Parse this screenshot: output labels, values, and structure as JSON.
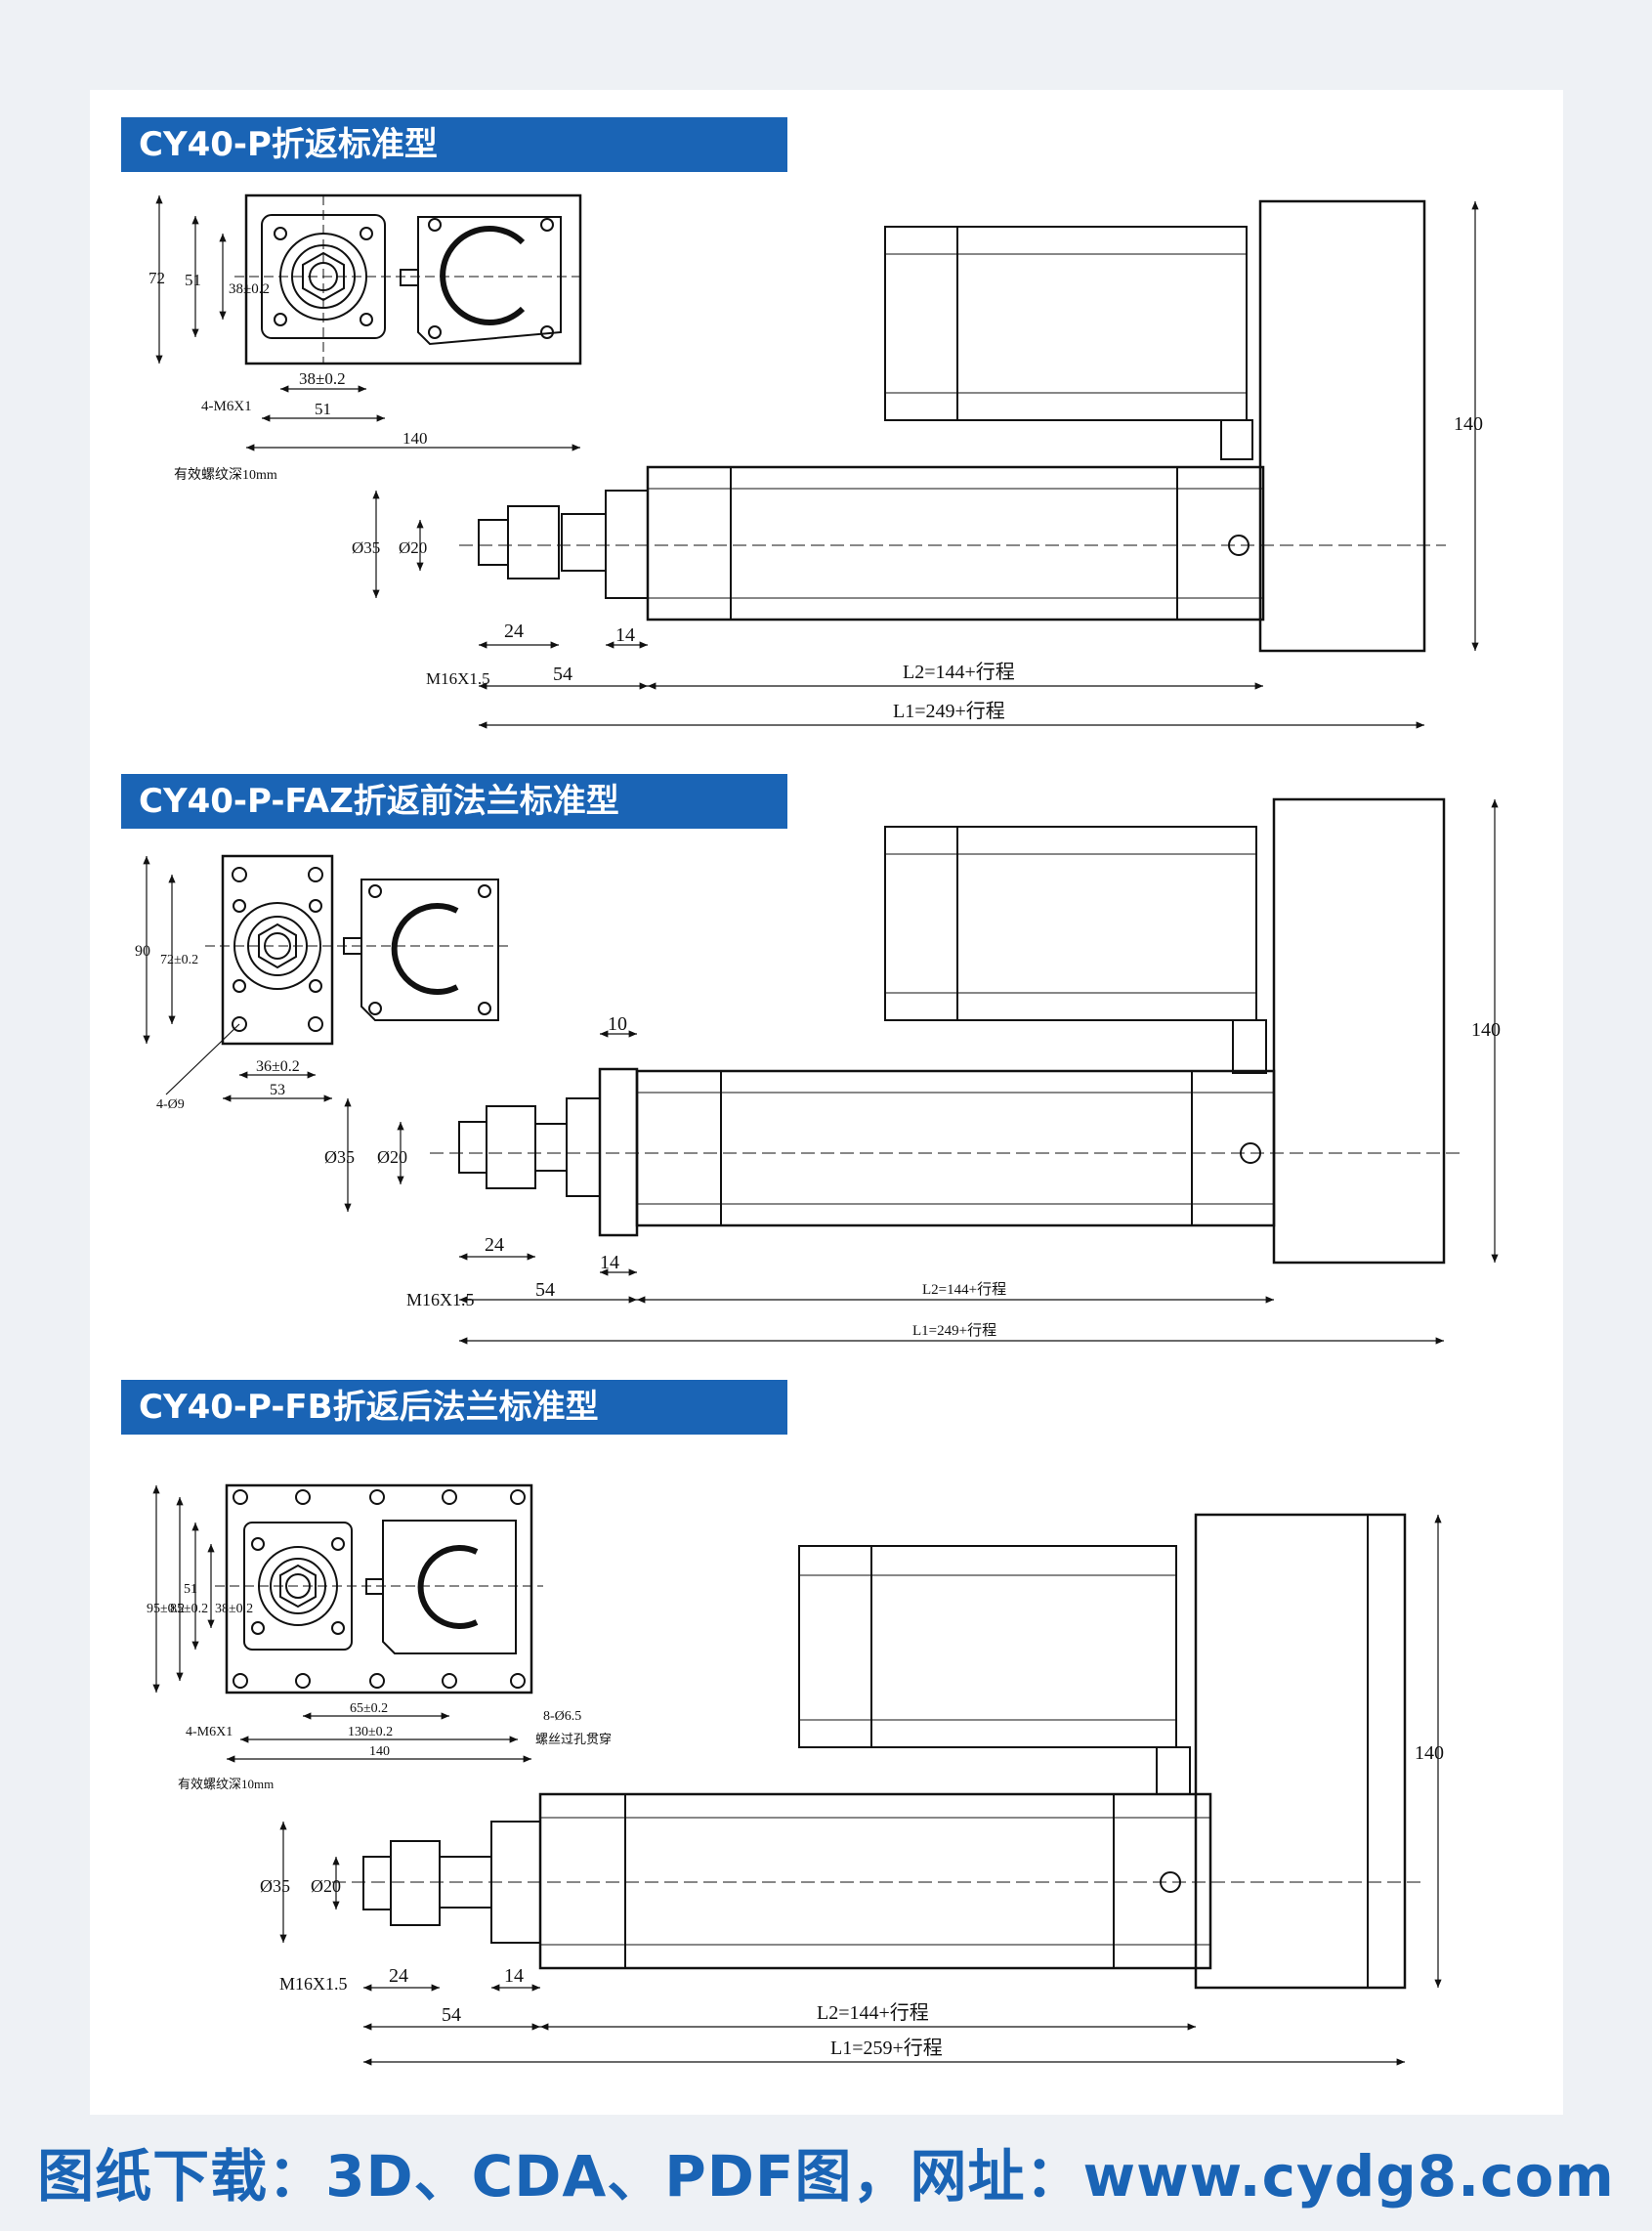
{
  "sections": [
    {
      "title": "CY40-P折返标准型",
      "dims": {
        "d72": "72",
        "d51v": "51",
        "d38v": "38±0.2",
        "d38h": "38±0.2",
        "d51h": "51",
        "d140h": "140",
        "screw": "4-M6X1",
        "screw2": "有效螺纹深10mm",
        "phi35": "Ø35",
        "phi20": "Ø20",
        "m16": "M16X1.5",
        "d24": "24",
        "d14": "14",
        "d54": "54",
        "l2": "L2=144+行程",
        "l1": "L1=249+行程",
        "d140v": "140"
      }
    },
    {
      "title": "CY40-P-FAZ折返前法兰标准型",
      "dims": {
        "d90": "90",
        "d72": "72±0.2",
        "d36": "36±0.2",
        "d53": "53",
        "hole": "4-Ø9",
        "d10": "10",
        "phi35": "Ø35",
        "phi20": "Ø20",
        "m16": "M16X1.5",
        "d24": "24",
        "d14": "14",
        "d54": "54",
        "l2": "L2=144+行程",
        "l1": "L1=249+行程",
        "d140v": "140"
      }
    },
    {
      "title": "CY40-P-FB折返后法兰标准型",
      "dims": {
        "d95": "95±0.2",
        "d85": "85±0.2",
        "d51": "51",
        "d38": "38±0.2",
        "d65": "65±0.2",
        "d130": "130±0.2",
        "d140h": "140",
        "screw": "4-M6X1",
        "screw2": "有效螺纹深10mm",
        "hole": "8-Ø6.5",
        "hole2": "螺丝过孔贯穿",
        "phi35": "Ø35",
        "phi20": "Ø20",
        "m16": "M16X1.5",
        "d24": "24",
        "d14": "14",
        "d54": "54",
        "l2": "L2=144+行程",
        "l1": "L1=259+行程",
        "d140v": "140"
      }
    }
  ],
  "footer": "图纸下载：3D、CDA、PDF图，网址：www.cydg8.com"
}
